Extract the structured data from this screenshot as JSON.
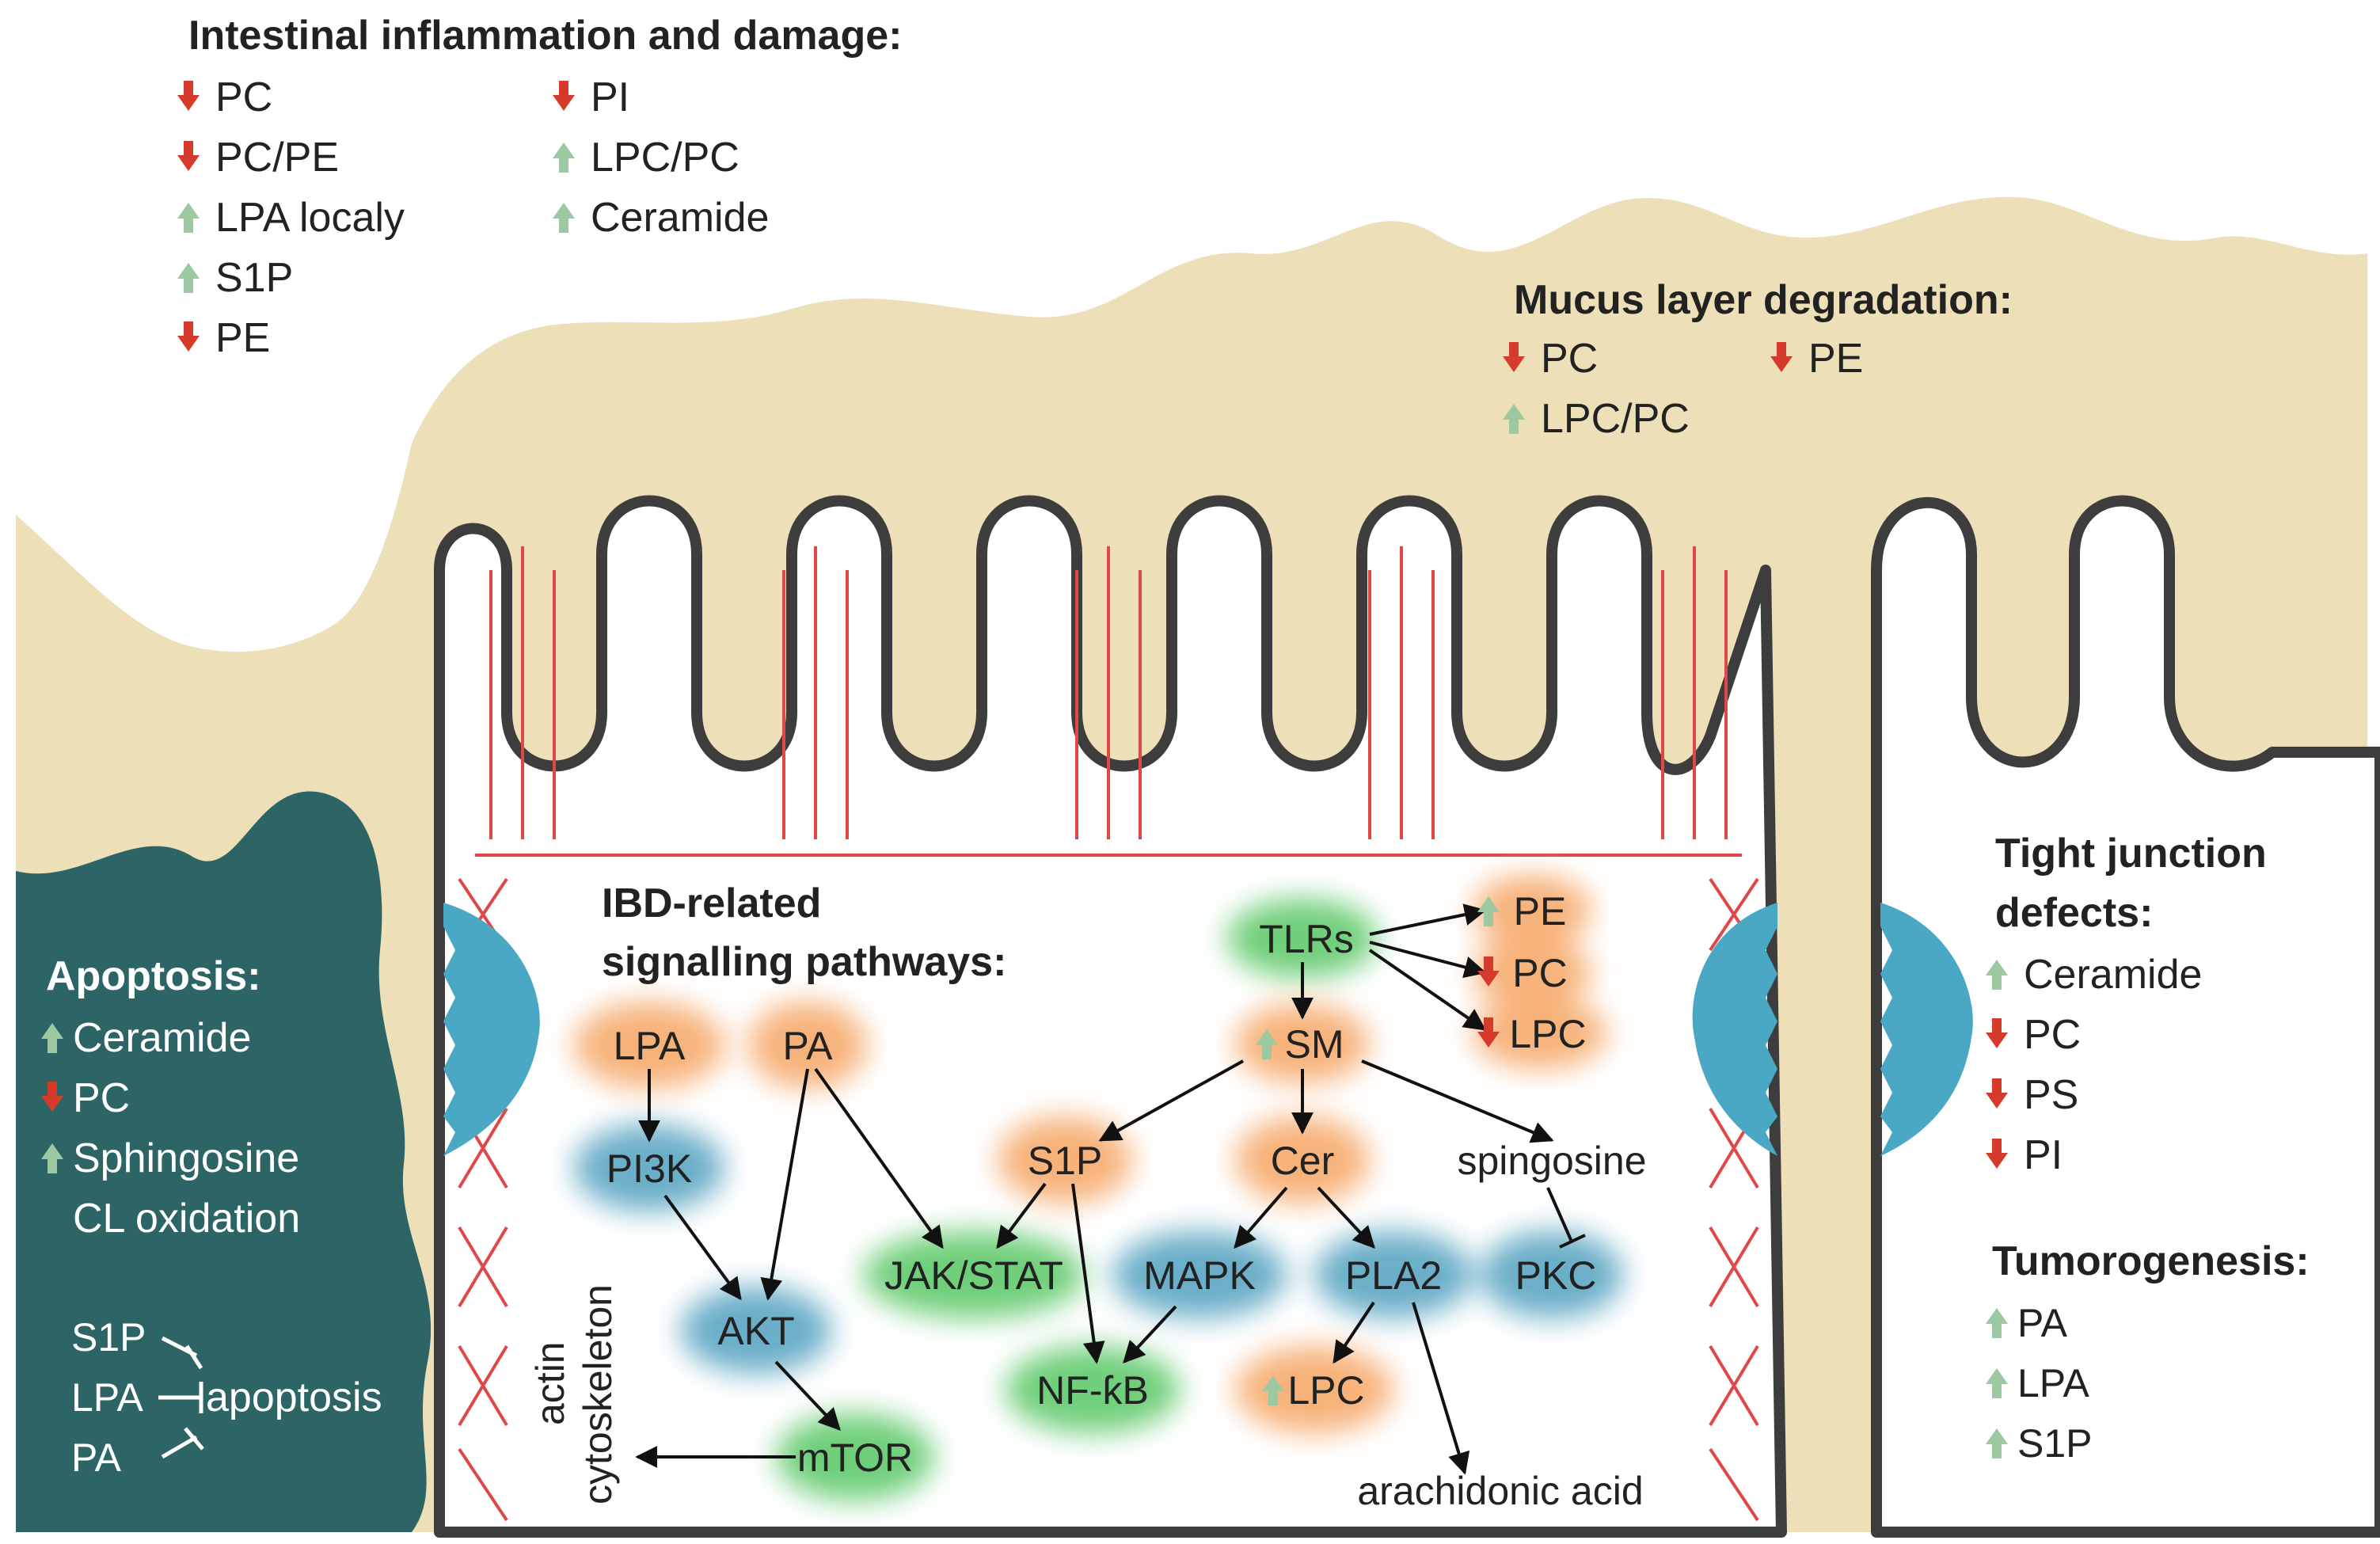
{
  "colors": {
    "mucus": "#ede0b8",
    "cell_wall": "#3d3d3d",
    "apoptotic_cell": "#2d6566",
    "tight_junction": "#4aa8c4",
    "actin": "#e04848",
    "arrow_down": "#d63a2a",
    "arrow_up": "#9cc9a2",
    "glow_orange": "#f7b27a",
    "glow_blue": "#6aaec8",
    "glow_green": "#6fcf7a"
  },
  "inflammation": {
    "title": "Intestinal inflammation and damage:",
    "items": [
      {
        "dir": "down",
        "label": "PC"
      },
      {
        "dir": "down",
        "label": "PC/PE"
      },
      {
        "dir": "up",
        "label": "LPA localy"
      },
      {
        "dir": "up",
        "label": "S1P"
      },
      {
        "dir": "down",
        "label": "PE"
      },
      {
        "dir": "down",
        "label": "PI"
      },
      {
        "dir": "up",
        "label": "LPC/PC"
      },
      {
        "dir": "up",
        "label": "Ceramide"
      }
    ]
  },
  "mucus": {
    "title": "Mucus layer degradation:",
    "items": [
      {
        "dir": "down",
        "label": "PC"
      },
      {
        "dir": "down",
        "label": "PE"
      },
      {
        "dir": "up",
        "label": "LPC/PC"
      }
    ]
  },
  "apoptosis": {
    "title": "Apoptosis:",
    "items": [
      {
        "dir": "up",
        "label": "Ceramide"
      },
      {
        "dir": "down",
        "label": "PC"
      },
      {
        "dir": "up",
        "label": "Sphingosine"
      },
      {
        "dir": "none",
        "label": "CL oxidation"
      }
    ],
    "inhibitors": [
      "S1P",
      "LPA",
      "PA"
    ],
    "target": "apoptosis"
  },
  "tight_junction": {
    "title_line1": "Tight junction",
    "title_line2": "defects:",
    "items": [
      {
        "dir": "up",
        "label": "Ceramide"
      },
      {
        "dir": "down",
        "label": "PC"
      },
      {
        "dir": "down",
        "label": "PS"
      },
      {
        "dir": "down",
        "label": "PI"
      }
    ]
  },
  "tumorigenesis": {
    "title": "Tumorogenesis:",
    "items": [
      {
        "dir": "up",
        "label": "PA"
      },
      {
        "dir": "up",
        "label": "LPA"
      },
      {
        "dir": "up",
        "label": "S1P"
      }
    ]
  },
  "pathways": {
    "title_line1": "IBD-related",
    "title_line2": "signalling pathways:",
    "nodes": {
      "LPA": "LPA",
      "PA": "PA",
      "PI3K": "PI3K",
      "AKT": "AKT",
      "mTOR": "mTOR",
      "JAKSTAT": "JAK/STAT",
      "NFKB": "NF-ƙB",
      "S1P": "S1P",
      "TLRs": "TLRs",
      "SM": "SM",
      "Cer": "Cer",
      "MAPK": "MAPK",
      "PLA2": "PLA2",
      "LPC": "LPC",
      "spingosine": "spingosine",
      "PKC": "PKC",
      "arachidonic": "arachidonic acid",
      "PE": "PE",
      "PC": "PC",
      "LPC2": "LPC",
      "actin_line1": "actin",
      "actin_line2": "cytoskeleton"
    }
  }
}
